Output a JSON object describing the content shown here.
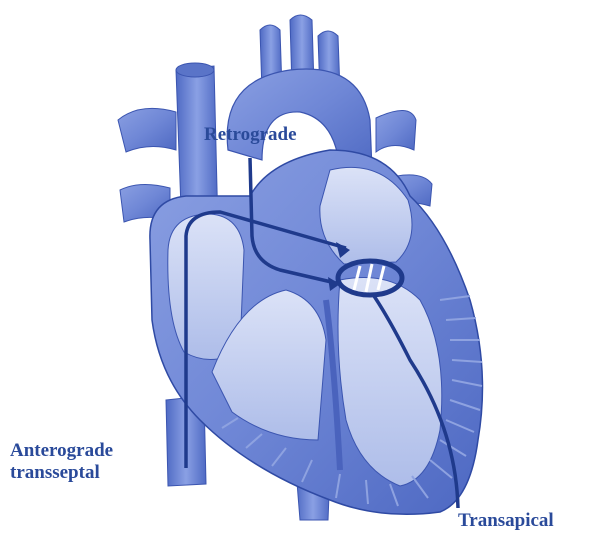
{
  "labels": {
    "retrograde": "Retrograde",
    "anterograde_line1": "Anterograde",
    "anterograde_line2": "transseptal",
    "transapical": "Transapical"
  },
  "colors": {
    "heart_fill": "#6f87d6",
    "heart_light": "#a9b8ea",
    "heart_shadow": "#3b55b0",
    "chamber_fill": "#c8d2f2",
    "path_line": "#1f3a8c",
    "label_text": "#2a4a9a"
  }
}
